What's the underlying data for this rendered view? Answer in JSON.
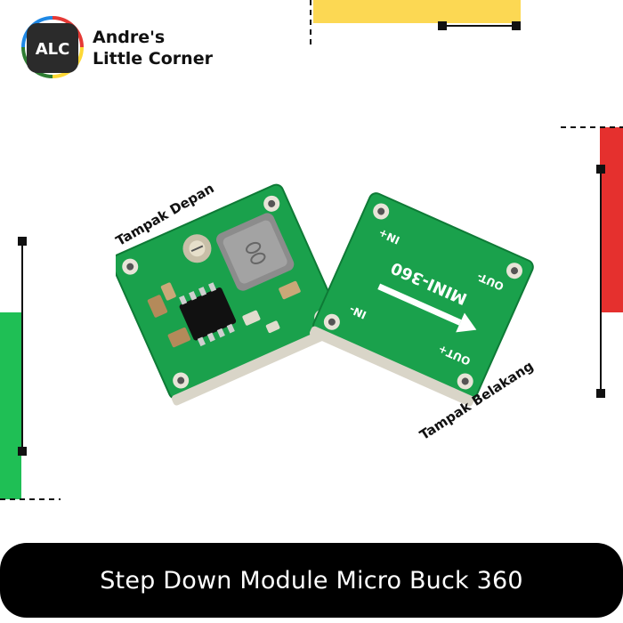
{
  "logo": {
    "badge_text": "ALC",
    "line1": "Andre's",
    "line2": "Little Corner",
    "colors": [
      "#2b2b2b",
      "#e53935",
      "#1e88e5",
      "#2e7d32",
      "#fdd835"
    ]
  },
  "photo": {
    "label_front": "Tampak Depan",
    "label_back": "Tampak Belakang",
    "pcb_text": {
      "model": "MINI-360",
      "out_plus": "OUT+",
      "out_minus": "OUT-",
      "in_plus": "IN+",
      "in_minus": "IN-"
    }
  },
  "banner": {
    "title": "Step Down Module Micro Buck 360"
  },
  "colors": {
    "yellow": "#fcd853",
    "red": "#e5302e",
    "green": "#1fbf55",
    "pcb_green": "#1aa14c",
    "banner_bg": "#000000"
  }
}
